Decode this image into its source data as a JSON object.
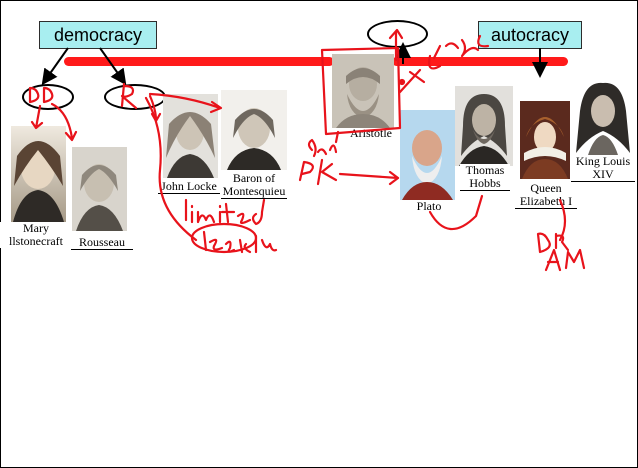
{
  "labels": {
    "democracy": "democracy",
    "autocracy": "autocracy"
  },
  "people": {
    "wollstonecraft": "Mary\nllstonecraft",
    "rousseau": "Rousseau",
    "locke": "John Locke",
    "montesquieu": "Baron of\nMontesquieu",
    "aristotle": "Aristotle",
    "plato": "Plato",
    "hobbs": "Thomas\nHobbs",
    "elizabeth": "Queen\nElizabeth I",
    "louis": "King Louis\nXIV"
  },
  "colors": {
    "bar": "#ff1a1a",
    "box": "#a8eef0",
    "ink": "#e8131b"
  }
}
